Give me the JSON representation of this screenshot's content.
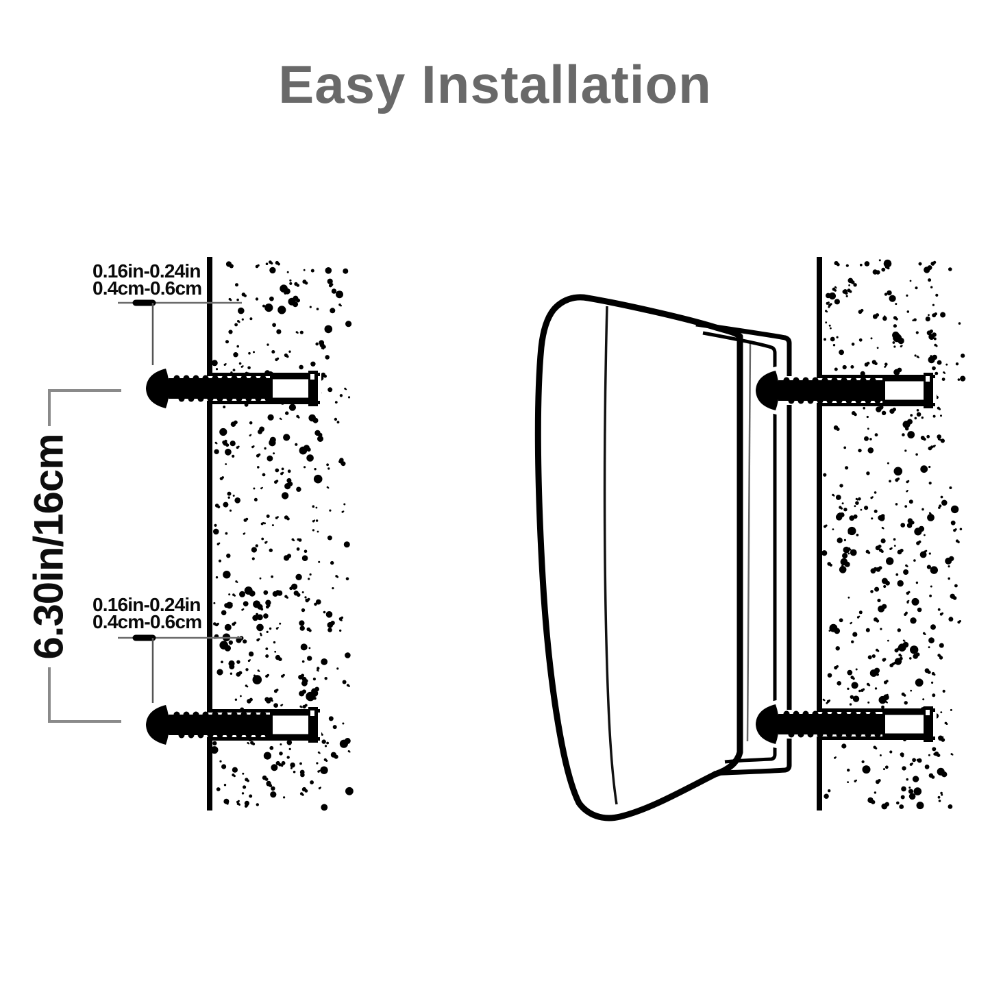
{
  "title": "Easy Installation",
  "diagram": {
    "hole_dim_top": {
      "line1": "0.16in-0.24in",
      "line2": "0.4cm-0.6cm"
    },
    "hole_dim_mid": {
      "line1": "0.16in-0.24in",
      "line2": "0.4cm-0.6cm"
    },
    "screw_spacing": "6.30in/16cm"
  },
  "colors": {
    "title": "#696969",
    "ink": "#000000",
    "dim_line": "#8a8a8a",
    "label": "#0a0a0a"
  }
}
